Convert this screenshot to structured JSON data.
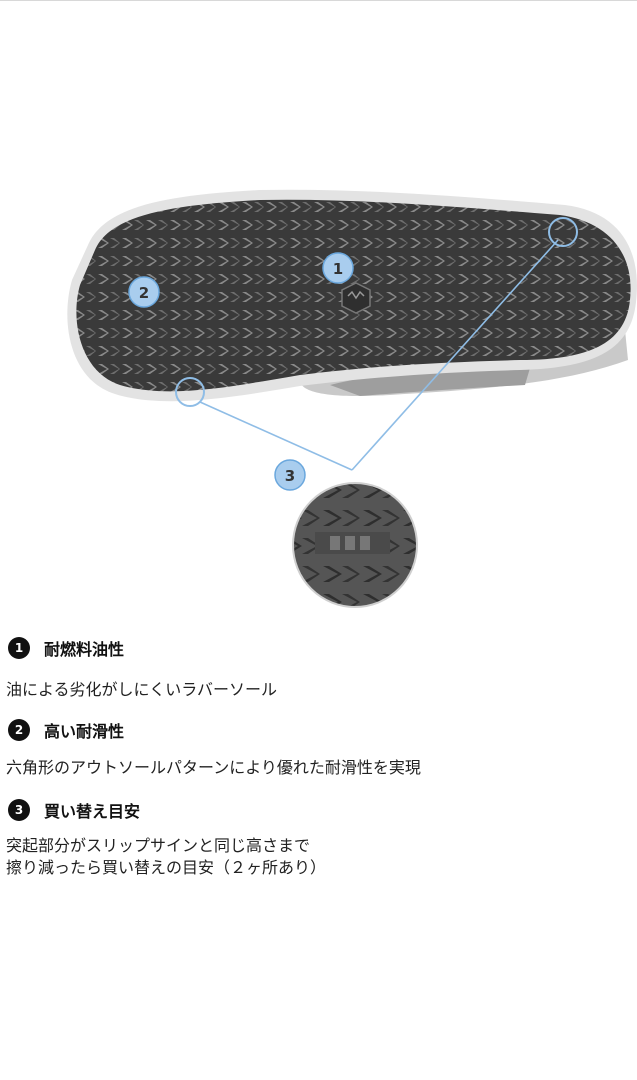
{
  "callouts": [
    "1",
    "2",
    "3"
  ],
  "features": [
    {
      "number": "1",
      "title": "耐燃料油性",
      "desc_lines": [
        "油による劣化がしにくいラバーソール"
      ]
    },
    {
      "number": "2",
      "title": "高い耐滑性",
      "desc_lines": [
        "六角形のアウトソールパターンにより優れた耐滑性を実現"
      ]
    },
    {
      "number": "3",
      "title": "買い替え目安",
      "desc_lines": [
        "突起部分がスリップサインと同じ高さまで",
        "擦り減ったら買い替えの目安（２ヶ所あり）"
      ]
    }
  ],
  "colors": {
    "callout_fill": "#a9cdee",
    "callout_stroke": "#6aa7dd",
    "leader_line": "#8fbde6",
    "sole_rubber": "#4a4a4a",
    "midsole": "#dcdcdc",
    "badge": "#111111"
  },
  "icons": [
    "hexagon-logo-icon"
  ]
}
